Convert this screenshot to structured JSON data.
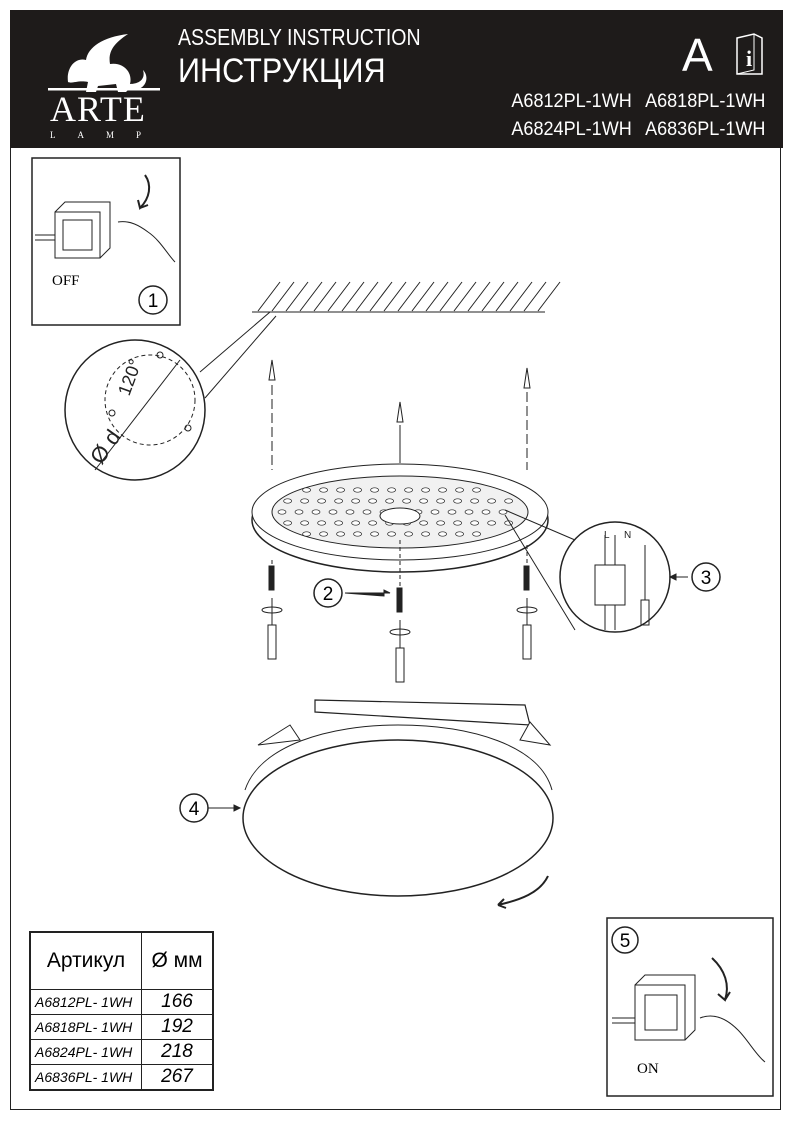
{
  "header": {
    "brand": "ARTE",
    "brand_sub": "LAMP",
    "title_en": "ASSEMBLY INSTRUCTION",
    "title_ru": "ИНСТРУКЦИЯ",
    "section_letter": "A",
    "models": [
      "A6812PL-1WH",
      "A6818PL-1WH",
      "A6824PL-1WH",
      "A6836PL-1WH"
    ]
  },
  "steps": {
    "s1": "1",
    "s2": "2",
    "s3": "3",
    "s4": "4",
    "s5": "5",
    "off_label": "OFF",
    "on_label": "ON"
  },
  "detail": {
    "angle": "120°",
    "diameter": "Ø d",
    "wire_l": "L",
    "wire_n": "N"
  },
  "table": {
    "headers": [
      "Артикул",
      "Ø мм"
    ],
    "rows": [
      {
        "article": "A6812PL- 1WH",
        "diameter": "166"
      },
      {
        "article": "A6818PL- 1WH",
        "diameter": "192"
      },
      {
        "article": "A6824PL- 1WH",
        "diameter": "218"
      },
      {
        "article": "A6836PL- 1WH",
        "diameter": "267"
      }
    ]
  }
}
